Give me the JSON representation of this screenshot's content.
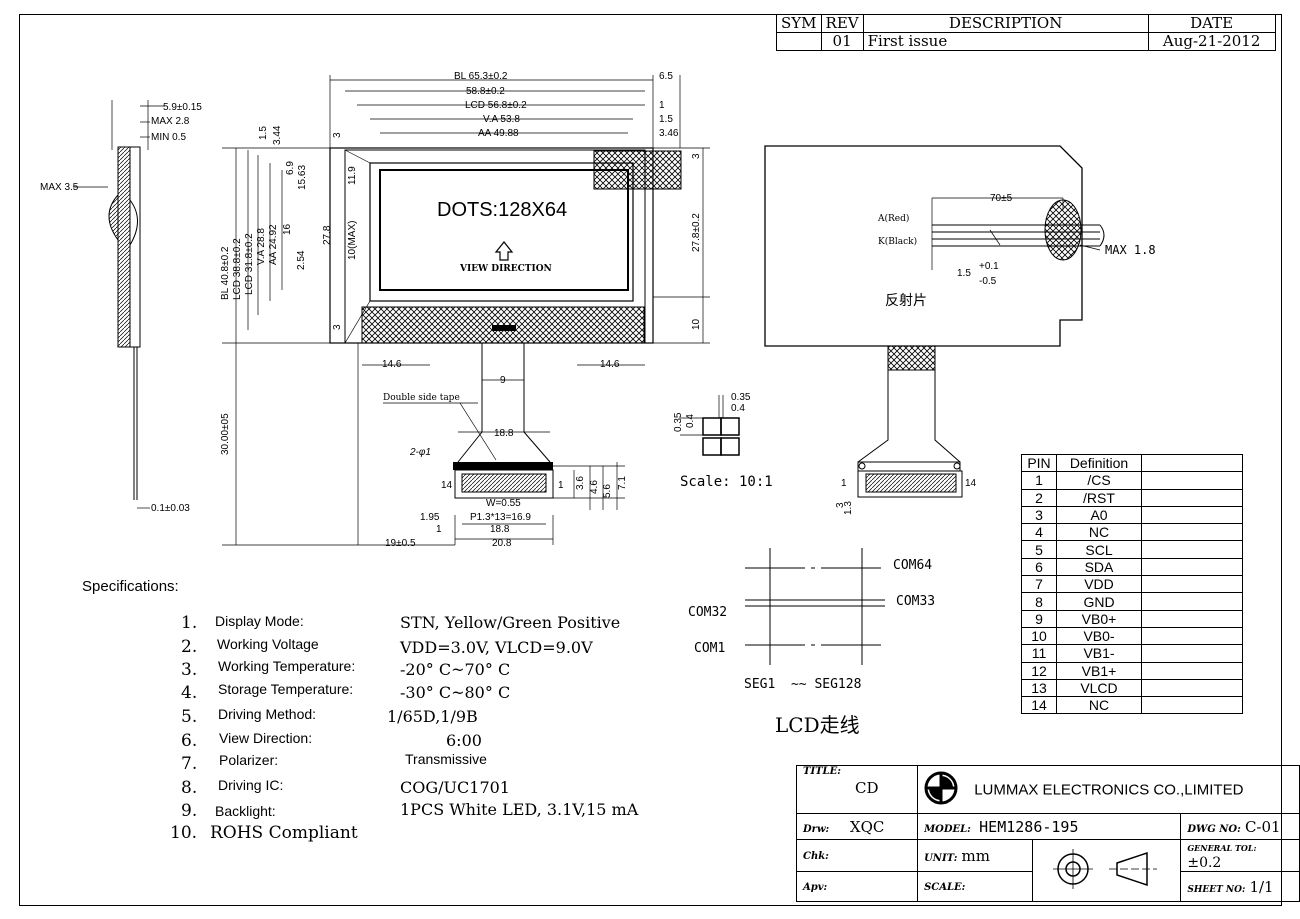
{
  "revision_block": {
    "headers": [
      "SYM",
      "REV",
      "DESCRIPTION",
      "DATE"
    ],
    "rows": [
      [
        "",
        "01",
        "First issue",
        "Aug-21-2012"
      ]
    ]
  },
  "front_view": {
    "dots_label": "DOTS:128X64",
    "view_direction": "VIEW DIRECTION",
    "tape_label": "Double side tape",
    "dims_top": [
      "BL 65.3±0.2",
      "58.8±0.2",
      "LCD 56.8±0.2",
      "V.A 53.8",
      "AA 49.88"
    ],
    "dims_top_right": [
      "6.5",
      "1",
      "1.5",
      "3.46"
    ],
    "dims_left": [
      "BL 40.8±0.2",
      "LCD 38.8±0.2",
      "LCD 31.8±0.2",
      "V.A 28.8",
      "AA 24.92",
      "16",
      "2.54",
      "27.8",
      "10(MAX)",
      "11.9",
      "15.63",
      "6.9",
      "3.44",
      "1.5",
      "3",
      "3"
    ],
    "dims_right": [
      "27.8±0.2",
      "3",
      "10"
    ],
    "dims_bottom": [
      "14.6",
      "14.6",
      "9",
      "18.8",
      "30.00±05"
    ],
    "fpc_dims": [
      "2-φ1",
      "14",
      "1",
      "W=0.55",
      "P1.3*13=16.9",
      "1.95",
      "1",
      "18.8",
      "20.8",
      "19±0.5",
      "3.6",
      "4.6",
      "5.6",
      "7.1"
    ]
  },
  "side_view": {
    "dims": [
      "5.9±0.15",
      "MAX 2.8",
      "MIN 0.5",
      "MAX 3.5",
      "0.1±0.03"
    ]
  },
  "back_view": {
    "wire_dims": [
      "70±5",
      "1.5",
      "+0.1",
      "-0.5",
      "MAX 1.8"
    ],
    "wire_labels": [
      "A(Red)",
      "K(Black)"
    ],
    "reflector": "反射片",
    "pin_labels": [
      "1",
      "14"
    ],
    "pad_dims": [
      "3",
      "1.3"
    ]
  },
  "scale_detail": {
    "dims": [
      "0.35",
      "0.4",
      "0.35",
      "0.4"
    ],
    "label": "Scale: 10:1"
  },
  "lcd_wiring": {
    "labels": [
      "COM64",
      "COM33",
      "COM32",
      "COM1",
      "SEG1  ~~ SEG128"
    ],
    "caption": "LCD走线"
  },
  "pin_table": {
    "headers": [
      "PIN",
      "Definition"
    ],
    "rows": [
      [
        "1",
        "/CS"
      ],
      [
        "2",
        "/RST"
      ],
      [
        "3",
        "A0"
      ],
      [
        "4",
        "NC"
      ],
      [
        "5",
        "SCL"
      ],
      [
        "6",
        "SDA"
      ],
      [
        "7",
        "VDD"
      ],
      [
        "8",
        "GND"
      ],
      [
        "9",
        "VB0+"
      ],
      [
        "10",
        "VB0-"
      ],
      [
        "11",
        "VB1-"
      ],
      [
        "12",
        "VB1+"
      ],
      [
        "13",
        "VLCD"
      ],
      [
        "14",
        "NC"
      ]
    ]
  },
  "specifications": {
    "heading": "Specifications:",
    "items": [
      {
        "num": "1.",
        "label": "Display Mode:",
        "value": "STN, Yellow/Green Positive"
      },
      {
        "num": "2.",
        "label": "Working Voltage",
        "value": "VDD=3.0V, VLCD=9.0V"
      },
      {
        "num": "3.",
        "label": "Working Temperature:",
        "value": "-20° C~70° C"
      },
      {
        "num": "4.",
        "label": "Storage Temperature:",
        "value": "-30° C~80° C"
      },
      {
        "num": "5.",
        "label": "Driving Method:",
        "value": "1/65D,1/9B"
      },
      {
        "num": "6.",
        "label": "View Direction:",
        "value": "6:00"
      },
      {
        "num": "7.",
        "label": "Polarizer:",
        "value": "Transmissive"
      },
      {
        "num": "8.",
        "label": "Driving IC:",
        "value": "COG/UC1701"
      },
      {
        "num": "9.",
        "label": "Backlight:",
        "value": "1PCS White LED, 3.1V,15 mA"
      },
      {
        "num": "10.",
        "label": "ROHS Compliant",
        "value": ""
      }
    ]
  },
  "title_block": {
    "title_label": "TITLE:",
    "title_value": "CD",
    "company": "LUMMAX ELECTRONICS CO.,LIMITED",
    "drw_label": "Drw:",
    "drw_value": "XQC",
    "model_label": "MODEL:",
    "model_value": "HEM1286-195",
    "dwg_label": "DWG NO:",
    "dwg_value": "C-01",
    "chk_label": "Chk:",
    "unit_label": "UNIT:",
    "unit_value": "mm",
    "tol_label": "GENERAL TOL:",
    "tol_value": "±0.2",
    "apv_label": "Apv:",
    "scale_label": "SCALE:",
    "sheet_label": "SHEET NO:",
    "sheet_value": "1/1"
  }
}
